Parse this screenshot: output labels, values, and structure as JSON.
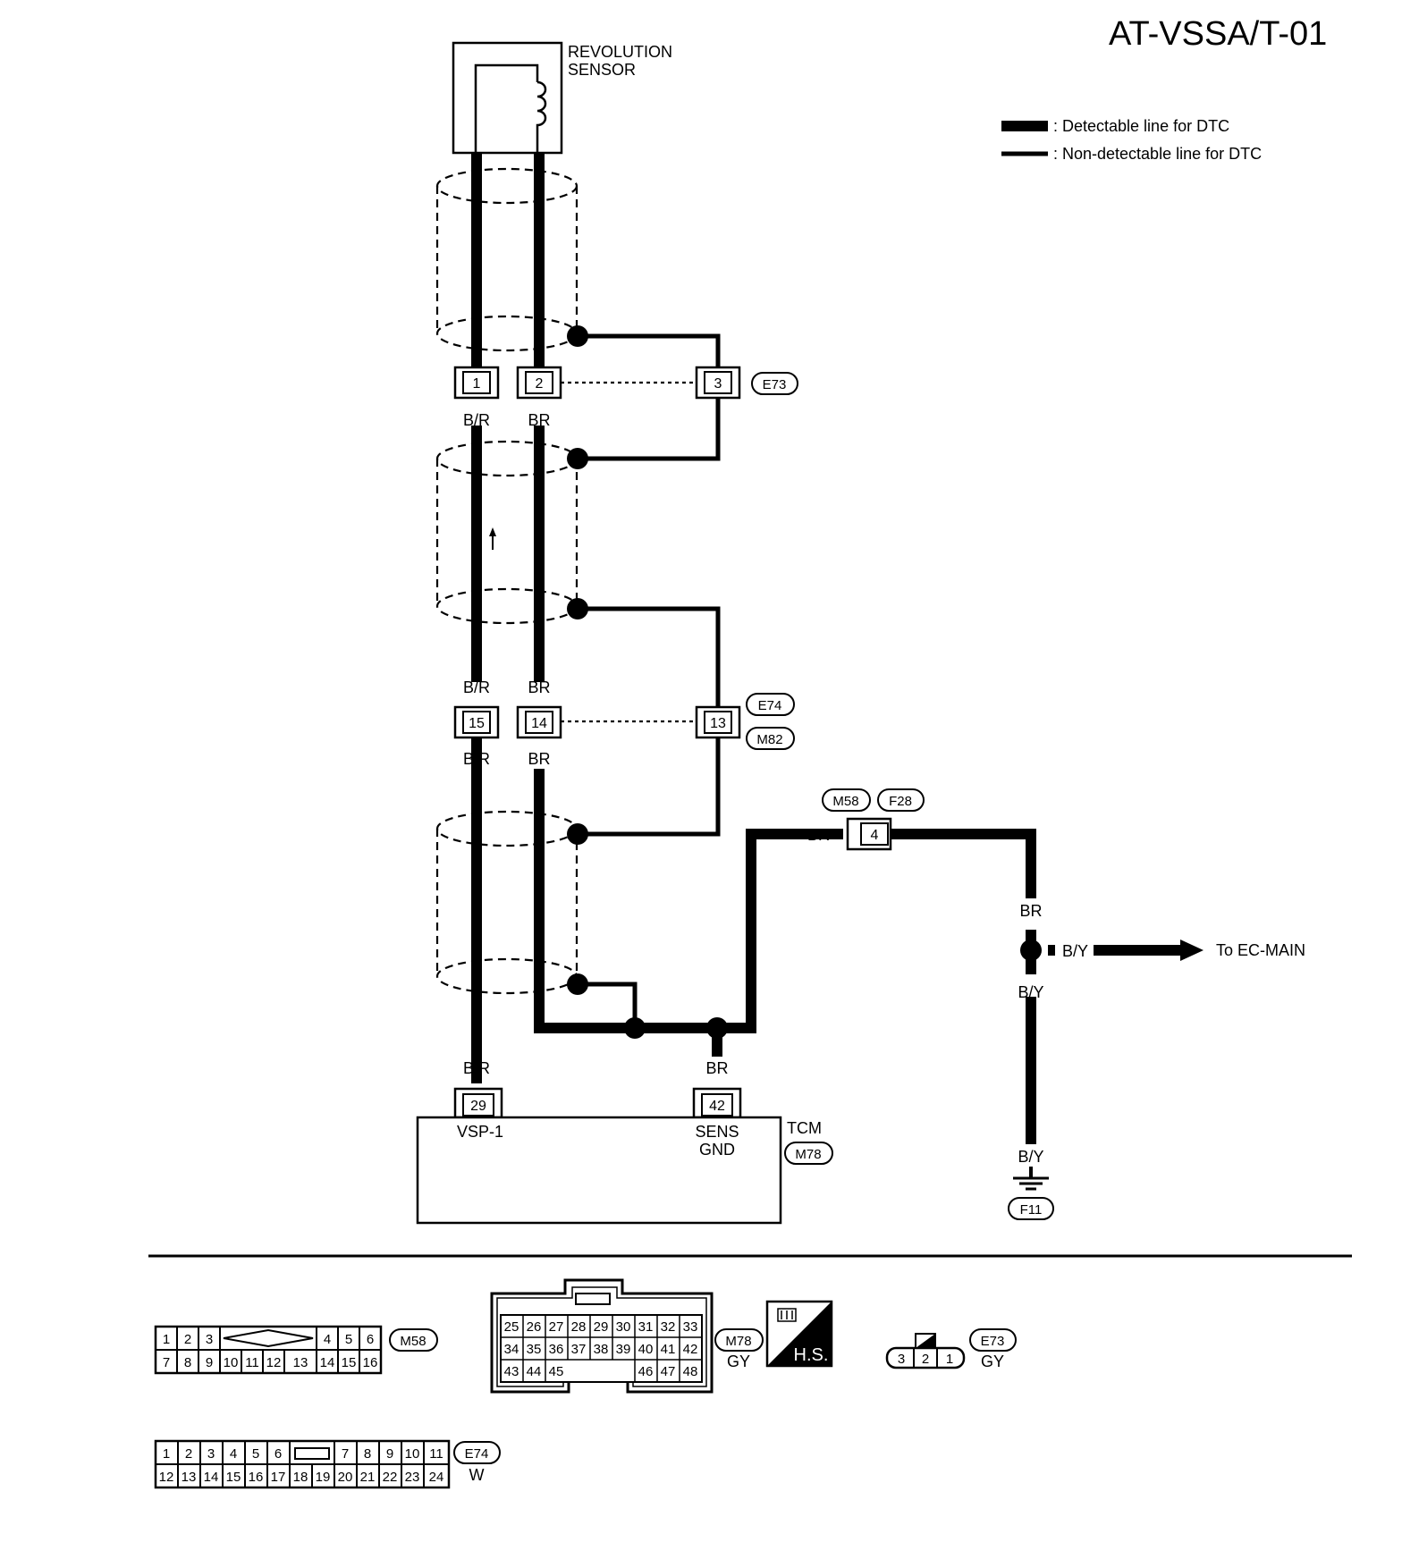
{
  "title": "AT-VSSA/T-01",
  "legend": {
    "detectable": ": Detectable line for DTC",
    "non_detectable": ": Non-detectable line for DTC"
  },
  "sensor": {
    "name_line1": "REVOLUTION",
    "name_line2": "SENSOR"
  },
  "e73_row": {
    "pins": [
      "1",
      "2",
      "3"
    ],
    "connector": "E73"
  },
  "e74_row": {
    "pins": [
      "15",
      "14",
      "13"
    ],
    "connectors": [
      "E74",
      "M82"
    ]
  },
  "m58_row": {
    "pin": "4",
    "connectors": [
      "M58",
      "F28"
    ]
  },
  "wire_colors": {
    "br_upper_1": "B/R",
    "br_upper_2": "BR",
    "br_mid_1": "B/R",
    "br_mid_2": "BR",
    "br_low_1": "B/R",
    "br_low_2": "BR",
    "br_tcm_1": "B/R",
    "br_tcm_2": "BR",
    "m58_left": "BR",
    "right_br": "BR",
    "right_by_h": "B/Y",
    "right_by_v": "B/Y",
    "ground_by": "B/Y"
  },
  "to_ec_main": "To EC-MAIN",
  "ground_connector": "F11",
  "tcm": {
    "name": "TCM",
    "connector": "M78",
    "pin_29": "29",
    "pin_42": "42",
    "vsp_label": "VSP-1",
    "sens_line1": "SENS",
    "sens_line2": "GND"
  },
  "conn_m58": {
    "id": "M58",
    "top_left": [
      "1",
      "2",
      "3"
    ],
    "top_right": [
      "4",
      "5",
      "6"
    ],
    "bottom": [
      "7",
      "8",
      "9",
      "10",
      "11",
      "12",
      "13",
      "14",
      "15",
      "16"
    ]
  },
  "conn_m78": {
    "id": "M78",
    "color": "GY",
    "row1": [
      "25",
      "26",
      "27",
      "28",
      "29",
      "30",
      "31",
      "32",
      "33"
    ],
    "row2": [
      "34",
      "35",
      "36",
      "37",
      "38",
      "39",
      "40",
      "41",
      "42"
    ],
    "row3_left": [
      "43",
      "44",
      "45"
    ],
    "row3_right": [
      "46",
      "47",
      "48"
    ]
  },
  "hs_label": "H.S.",
  "conn_e73": {
    "id": "E73",
    "color": "GY",
    "pins": [
      "3",
      "2",
      "1"
    ]
  },
  "conn_e74": {
    "id": "E74",
    "color": "W",
    "top_left": [
      "1",
      "2",
      "3",
      "4",
      "5",
      "6"
    ],
    "top_right": [
      "7",
      "8",
      "9",
      "10",
      "11"
    ],
    "bottom": [
      "12",
      "13",
      "14",
      "15",
      "16",
      "17",
      "18",
      "19",
      "20",
      "21",
      "22",
      "23",
      "24"
    ]
  }
}
